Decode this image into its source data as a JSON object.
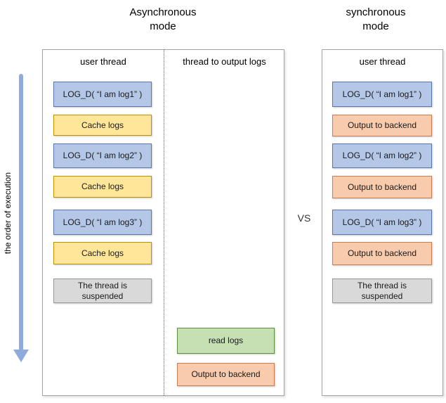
{
  "palette": {
    "blue": {
      "fill": "#B4C7E7",
      "border": "#5B76A8"
    },
    "yellow": {
      "fill": "#FFE699",
      "border": "#BF9000"
    },
    "orange": {
      "fill": "#F8CBAD",
      "border": "#C87D52"
    },
    "green": {
      "fill": "#C6E0B4",
      "border": "#5E8E3E"
    },
    "gray": {
      "fill": "#D9D9D9",
      "border": "#979797"
    },
    "arrow": "#8FAADC"
  },
  "titles": {
    "left_line1": "Asynchronous",
    "left_line2": "mode",
    "right_line1": "synchronous",
    "right_line2": "mode"
  },
  "vs_label": "VS",
  "execution_axis_label": "the order of execution",
  "left_panel": {
    "user_thread_header": "user thread",
    "output_thread_header": "thread to output logs",
    "user_thread_boxes": [
      {
        "label": "LOG_D( “I am log1” )",
        "type": "blue"
      },
      {
        "label": "Cache logs",
        "type": "yellow"
      },
      {
        "label": "LOG_D( “I am log2” )",
        "type": "blue"
      },
      {
        "label": "Cache logs",
        "type": "yellow"
      },
      {
        "label": "LOG_D( “I am log3” )",
        "type": "blue"
      },
      {
        "label": "Cache logs",
        "type": "yellow"
      },
      {
        "label": "The thread is suspended",
        "lines": [
          "The thread is",
          "suspended"
        ],
        "type": "gray"
      }
    ],
    "output_thread_boxes": [
      {
        "label": "read logs",
        "type": "green"
      },
      {
        "label": "Output to backend",
        "type": "orange"
      }
    ]
  },
  "right_panel": {
    "user_thread_header": "user thread",
    "user_thread_boxes": [
      {
        "label": "LOG_D( “I am log1” )",
        "type": "blue"
      },
      {
        "label": "Output to backend",
        "type": "orange"
      },
      {
        "label": "LOG_D( “I am log2” )",
        "type": "blue"
      },
      {
        "label": "Output to backend",
        "type": "orange"
      },
      {
        "label": "LOG_D( “I am log3” )",
        "type": "blue"
      },
      {
        "label": "Output to backend",
        "type": "orange"
      },
      {
        "label": "The thread is suspended",
        "lines": [
          "The thread is",
          "suspended"
        ],
        "type": "gray"
      }
    ]
  }
}
